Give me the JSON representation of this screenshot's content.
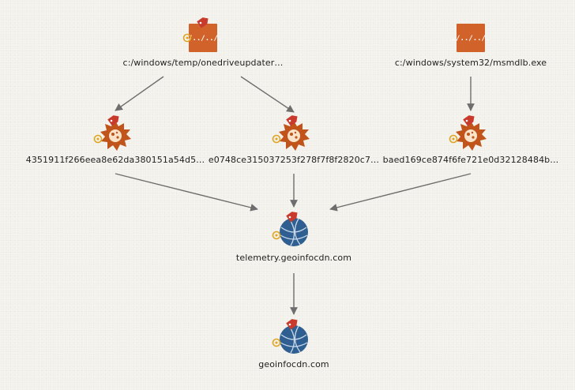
{
  "colors": {
    "background": "#f6f4ef",
    "edge": "#6e6e6e",
    "file_node": "#d0622a",
    "malware_node": "#c0541b",
    "domain_node": "#2f5f91",
    "tag": "#c83a2c",
    "hazard": "#e0a520"
  },
  "nodes": {
    "file1": {
      "type": "file",
      "icon": "file-icon",
      "flagged": true,
      "label": "c:/windows/temp/onedriveupdater…"
    },
    "file2": {
      "type": "file",
      "icon": "file-icon",
      "flagged": false,
      "label": "c:/windows/system32/msmdlb.exe"
    },
    "hash1": {
      "type": "malware",
      "icon": "malware-icon",
      "flagged": true,
      "label": "4351911f266eea8e62da380151a54d5…"
    },
    "hash2": {
      "type": "malware",
      "icon": "malware-icon",
      "flagged": true,
      "label": "e0748ce315037253f278f7f8f2820c7…"
    },
    "hash3": {
      "type": "malware",
      "icon": "malware-icon",
      "flagged": true,
      "label": "baed169ce874f6fe721e0d32128484b…"
    },
    "domain1": {
      "type": "domain",
      "icon": "globe-icon",
      "flagged": true,
      "label": "telemetry.geoinfocdn.com"
    },
    "domain2": {
      "type": "domain",
      "icon": "globe-icon",
      "flagged": true,
      "label": "geoinfocdn.com"
    }
  },
  "edges": [
    {
      "from": "file1",
      "to": "hash1"
    },
    {
      "from": "file1",
      "to": "hash2"
    },
    {
      "from": "file2",
      "to": "hash3"
    },
    {
      "from": "hash1",
      "to": "domain1"
    },
    {
      "from": "hash2",
      "to": "domain1"
    },
    {
      "from": "hash3",
      "to": "domain1"
    },
    {
      "from": "domain1",
      "to": "domain2"
    }
  ]
}
